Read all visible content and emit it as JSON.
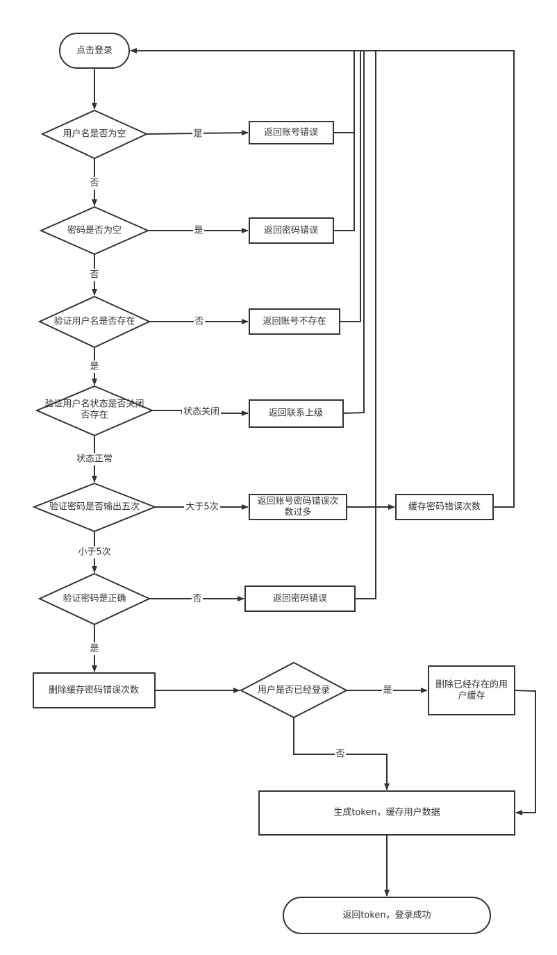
{
  "colors": {
    "stroke": "#333333",
    "fill": "#ffffff",
    "text": "#333333"
  },
  "nodes": {
    "start": "点击登录",
    "check_username_empty": "用户名是否为空",
    "return_account_error": "返回账号错误",
    "check_password_empty": "密码是否为空",
    "return_password_error_1": "返回密码错误",
    "verify_user_exists": "验证用户名是否存在",
    "return_account_not_exist": "返回账号不存在",
    "verify_user_status_line1": "验证用户名状态是否关闭",
    "verify_user_status_line2": "否存在",
    "return_contact_superior": "返回联系上级",
    "verify_password_five_times": "验证密码是否输出五次",
    "return_too_many_errors_line1": "返回账号密码错误次",
    "return_too_many_errors_line2": "数过多",
    "cache_error_count": "缓存密码错误次数",
    "verify_password_correct": "验证密码是正确",
    "return_password_error_2": "返回密码错误",
    "delete_cached_error_count": "删除缓存密码错误次数",
    "check_user_logged_in": "用户是否已经登录",
    "delete_existing_cache_line1": "删除已经存在的用",
    "delete_existing_cache_line2": "户缓存",
    "generate_token": "生成token，缓存用户数据",
    "end": "返回token，登录成功"
  },
  "edge_labels": {
    "username_empty_yes": "是",
    "username_empty_no": "否",
    "password_empty_yes": "是",
    "password_empty_no": "否",
    "user_exists_no": "否",
    "user_exists_yes": "是",
    "status_closed": "状态关闭",
    "status_normal": "状态正常",
    "more_than_five": "大于5次",
    "less_than_five": "小于5次",
    "password_correct_no": "否",
    "password_correct_yes": "是",
    "logged_in_yes": "是",
    "logged_in_no": "否"
  }
}
